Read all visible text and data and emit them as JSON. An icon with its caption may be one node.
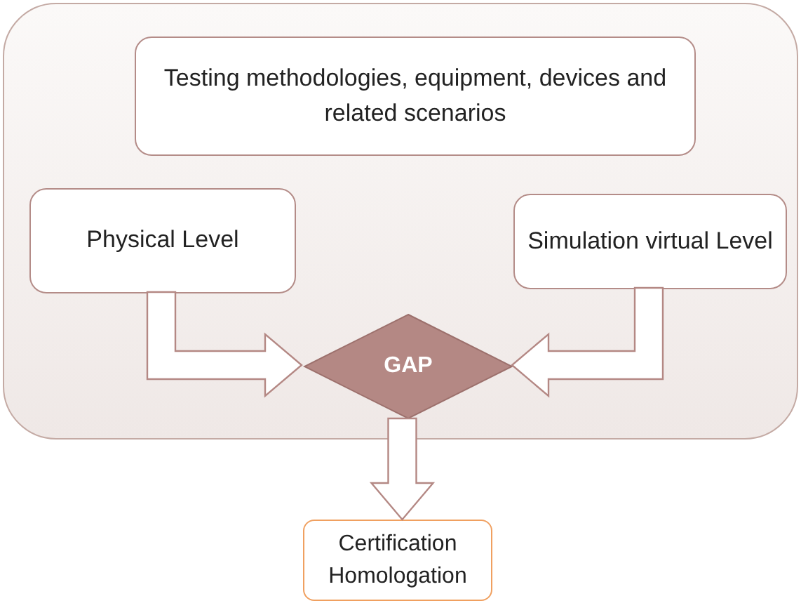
{
  "diagram": {
    "nodes": [
      {
        "text": [],
        "shape": "box"
      },
      {
        "text": [
          "Testing methodologies, equipment, devices and related scenarios"
        ],
        "in": 0
      },
      {
        "text": [
          "Physical Level"
        ],
        "in": 0
      },
      {
        "text": [
          "Simulation virtual Level"
        ],
        "in": 0
      },
      {
        "text": [
          "GAP"
        ],
        "in": 0
      },
      {
        "text": [
          "Certification Homologation"
        ]
      }
    ],
    "edges": [
      {
        "from": 2,
        "to": 4,
        "arrow": "to"
      },
      {
        "from": 3,
        "to": 4,
        "arrow": "to"
      },
      {
        "from": 4,
        "to": 5,
        "arrow": "to"
      }
    ]
  }
}
